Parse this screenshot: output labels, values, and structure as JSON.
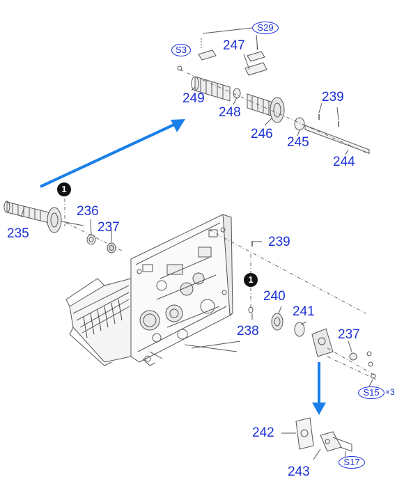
{
  "callouts": [
    {
      "id": "c249",
      "text": "249"
    },
    {
      "id": "c248",
      "text": "248"
    },
    {
      "id": "c247",
      "text": "247"
    },
    {
      "id": "c246",
      "text": "246"
    },
    {
      "id": "c245",
      "text": "245"
    },
    {
      "id": "c244",
      "text": "244"
    },
    {
      "id": "c239a",
      "text": "239"
    },
    {
      "id": "c235",
      "text": "235"
    },
    {
      "id": "c236",
      "text": "236"
    },
    {
      "id": "c237a",
      "text": "237"
    },
    {
      "id": "c239b",
      "text": "239"
    },
    {
      "id": "c240",
      "text": "240"
    },
    {
      "id": "c241",
      "text": "241"
    },
    {
      "id": "c237b",
      "text": "237"
    },
    {
      "id": "c238",
      "text": "238"
    },
    {
      "id": "c242",
      "text": "242"
    },
    {
      "id": "c243",
      "text": "243"
    }
  ],
  "screw_tags": {
    "s29": "S29",
    "s3": "S3",
    "s15": "S15",
    "s15_qty": "×3",
    "s17": "S17"
  },
  "markers": {
    "m1": "1",
    "m2": "1"
  },
  "colors": {
    "label": "#1a2fd6",
    "arrow": "#1a7fe8",
    "line": "#555555"
  }
}
